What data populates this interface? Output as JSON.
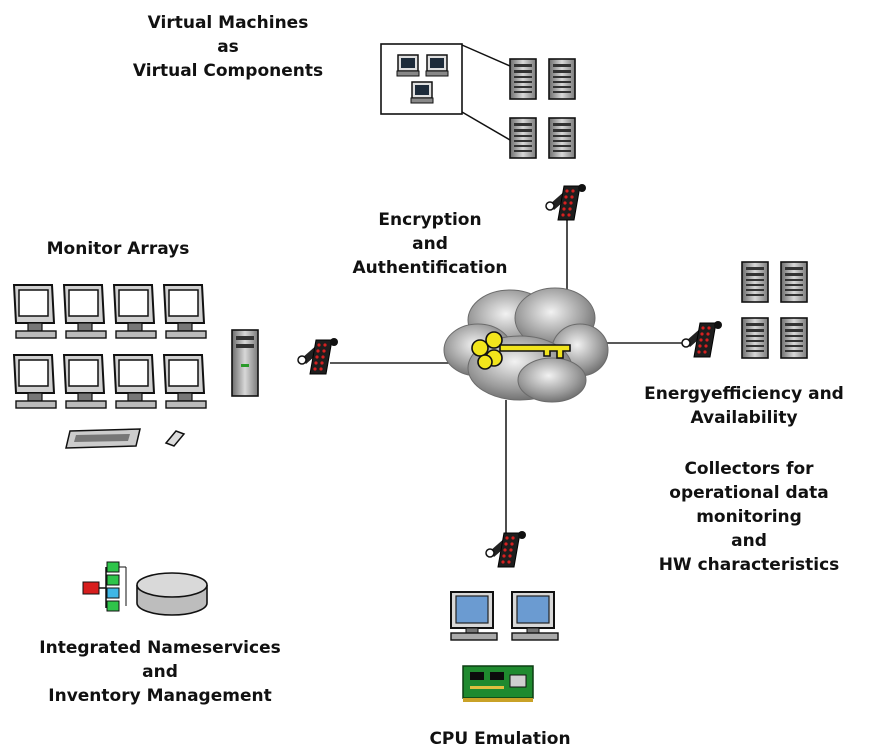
{
  "labels": {
    "virtual_machines": [
      "Virtual Machines",
      "as",
      "Virtual Components"
    ],
    "encryption": [
      "Encryption",
      "and",
      "Authentification"
    ],
    "monitor_arrays": [
      "Monitor Arrays"
    ],
    "energy": [
      "Energyefficiency and",
      "Availability"
    ],
    "collectors": [
      "Collectors for",
      "operational data",
      "monitoring",
      "and",
      "HW characteristics"
    ],
    "nameservices": [
      "Integrated Nameservices",
      "and",
      "Inventory Management"
    ],
    "cpu_emulation": [
      "CPU Emulation"
    ]
  },
  "icons": {
    "hub": "cloud-key-icon",
    "firewall": "firewall-icon",
    "server": "server-icon",
    "monitor": "monitor-icon",
    "database": "database-icon",
    "cpu_board": "circuit-board-icon"
  },
  "colors": {
    "key": "#f2e51c",
    "cloud": "#9a9a9a",
    "firewall": "#2a2a2a",
    "firewall_dots": "#d62020",
    "screen": "#5f8fbf",
    "board": "#1f8a2f"
  }
}
